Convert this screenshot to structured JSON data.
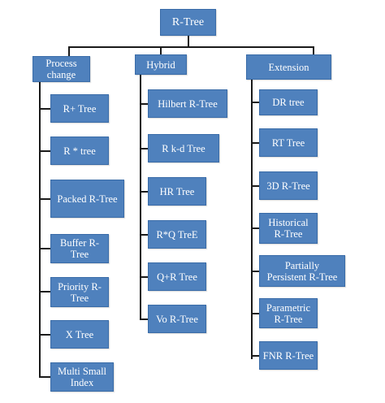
{
  "root": {
    "label": "R-Tree"
  },
  "categories": [
    {
      "label": "Process\nchange",
      "items": [
        "R+ Tree",
        "R * tree",
        "Packed R-Tree",
        "Buffer R-\nTree",
        "Priority R-\nTree",
        "X Tree",
        "Multi Small\nIndex"
      ]
    },
    {
      "label": "Hybrid",
      "items": [
        "Hilbert R-Tree",
        "R k-d Tree",
        "HR Tree",
        "R*Q TreE",
        "Q+R Tree",
        "Vo R-Tree"
      ]
    },
    {
      "label": "Extension",
      "items": [
        "DR tree",
        "RT Tree",
        "3D R-Tree",
        "Historical\nR-Tree",
        "Partially\nPersistent R-Tree",
        "Parametric\nR-Tree",
        "FNR R-Tree"
      ]
    }
  ],
  "colors": {
    "box_fill": "#4f81bd",
    "box_text": "#ffffff",
    "connector": "#1a1a1a"
  }
}
